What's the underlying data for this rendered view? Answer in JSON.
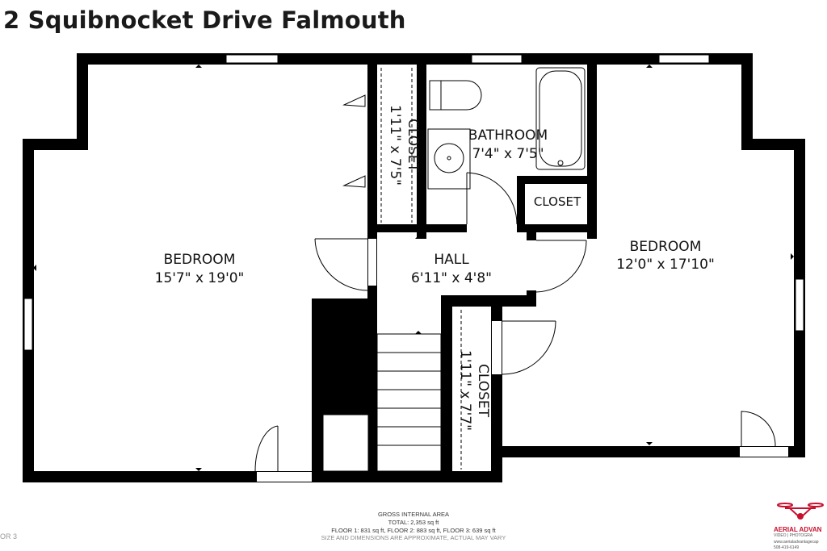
{
  "title": "2 Squibnocket Drive Falmouth",
  "rooms": {
    "bedroom_left": {
      "name": "BEDROOM",
      "dims": "15'7\" x 19'0\""
    },
    "closet_top": {
      "name": "CLOSET",
      "dims": "1'11\" x 7'5\""
    },
    "bathroom": {
      "name": "BATHROOM",
      "dims": "7'4\" x 7'5\""
    },
    "closet_small": {
      "name": "CLOSET"
    },
    "hall": {
      "name": "HALL",
      "dims": "6'11\" x 4'8\""
    },
    "bedroom_right": {
      "name": "BEDROOM",
      "dims": "12'0\" x 17'10\""
    },
    "closet_mid": {
      "name": "CLOSET",
      "dims": "1'11\" x 7'7\""
    }
  },
  "footer": {
    "heading": "GROSS INTERNAL AREA",
    "total": "TOTAL: 2,353 sq ft",
    "floors": "FLOOR 1: 831 sq ft, FLOOR 2: 883 sq ft, FLOOR 3: 639 sq ft",
    "disclaimer": "SIZE AND DIMENSIONS ARE APPROXIMATE, ACTUAL MAY VARY",
    "floor_tag": "OR 3"
  },
  "logo": {
    "brand": "AERIAL ADVAN",
    "sub": "VIDEO | PHOTOGRA",
    "url": "www.aerialadvantagecap",
    "phone": "508-419-6149",
    "colors": {
      "brand": "#c8102e"
    }
  },
  "colors": {
    "wall": "#000000",
    "background": "#ffffff"
  }
}
